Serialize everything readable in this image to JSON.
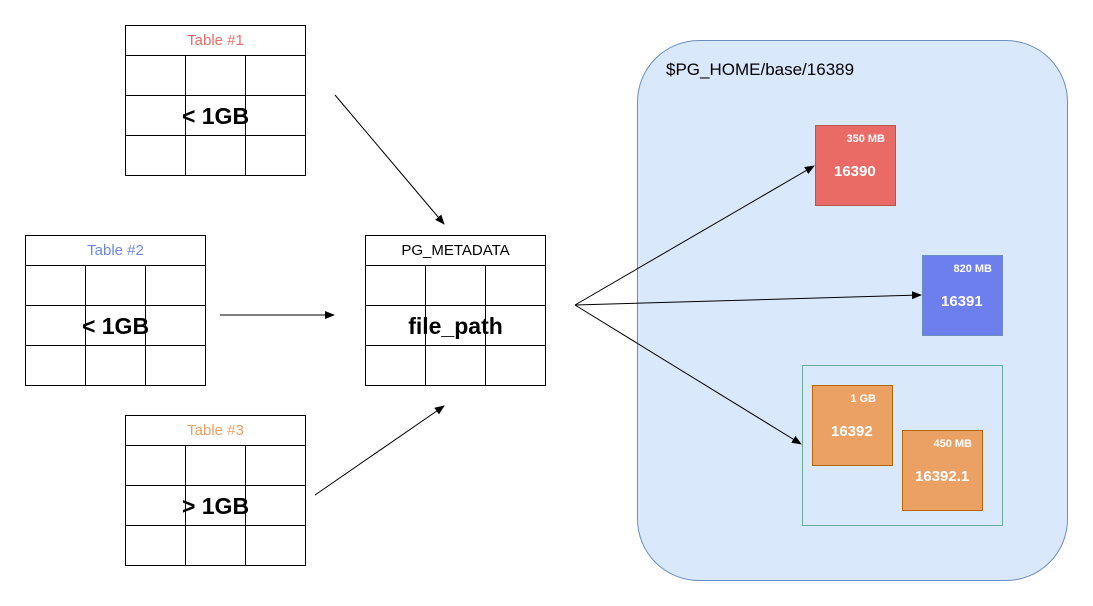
{
  "tables": [
    {
      "title": "Table #1",
      "title_color": "#ea6b66",
      "label": "< 1GB"
    },
    {
      "title": "Table #2",
      "title_color": "#7088e0",
      "label": "< 1GB"
    },
    {
      "title": "Table #3",
      "title_color": "#f0a060",
      "label": "> 1GB"
    }
  ],
  "metadata": {
    "title": "PG_METADATA",
    "label": "file_path"
  },
  "directory": {
    "path": "$PG_HOME/base/16389"
  },
  "segments": [
    {
      "size": "350 MB",
      "name": "16390",
      "color": "#ea6b66"
    },
    {
      "size": "820 MB",
      "name": "16391",
      "color": "#6d7fed"
    },
    {
      "size": "1 GB",
      "name": "16392",
      "color": "#eba064"
    },
    {
      "size": "450 MB",
      "name": "16392.1",
      "color": "#eba064"
    }
  ]
}
